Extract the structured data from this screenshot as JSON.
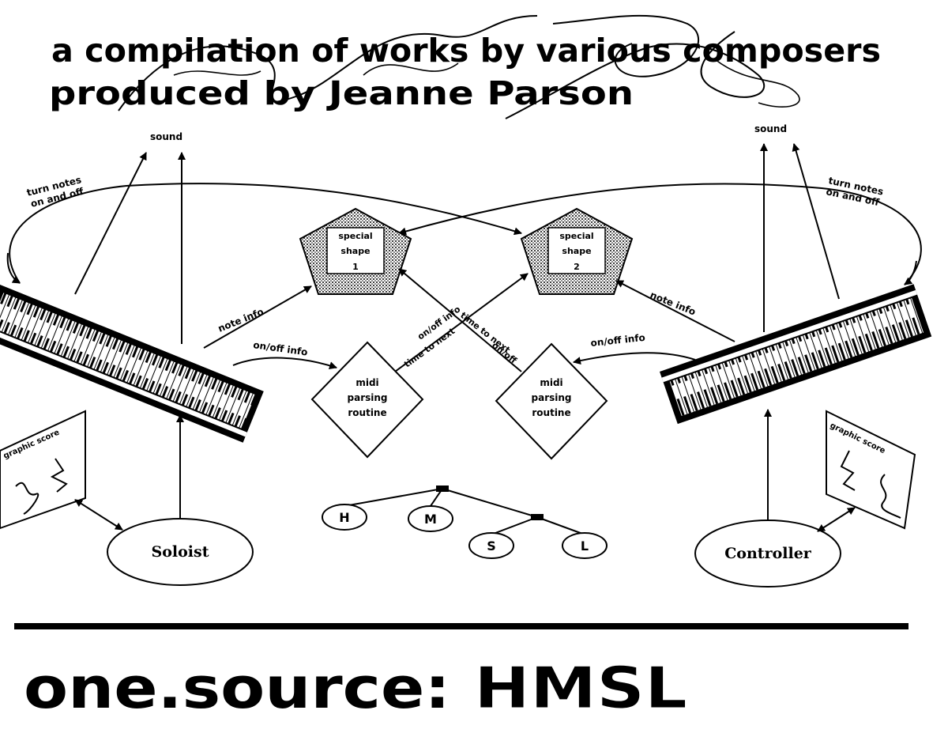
{
  "header": {
    "line1": "a compilation of works by various composers",
    "line2": "produced by Jeanne Parson"
  },
  "diagram": {
    "sound_left": "sound",
    "sound_right": "sound",
    "turn_notes_left": [
      "turn notes",
      "on and off"
    ],
    "turn_notes_right": [
      "turn notes",
      "on and off"
    ],
    "shape1": [
      "special",
      "shape",
      "1"
    ],
    "shape2": [
      "special",
      "shape",
      "2"
    ],
    "note_info_left": "note info",
    "note_info_right": "note info",
    "onoff_left": "on/off info",
    "onoff_right": "on/off info",
    "midi_left": [
      "midi",
      "parsing",
      "routine"
    ],
    "midi_right": [
      "midi",
      "parsing",
      "routine"
    ],
    "cross_a": [
      "on/off info",
      "time to next"
    ],
    "cross_b": [
      "time to next",
      "on/off"
    ],
    "graphic_score_left": "graphic score",
    "graphic_score_right": "graphic score",
    "soloist": "Soloist",
    "controller": "Controller",
    "tree_nodes": [
      "H",
      "M",
      "S",
      "L"
    ]
  },
  "footer": {
    "title": "one.source:",
    "brand": "HMSL"
  },
  "colors": {
    "ink": "#000000",
    "paper": "#ffffff"
  }
}
